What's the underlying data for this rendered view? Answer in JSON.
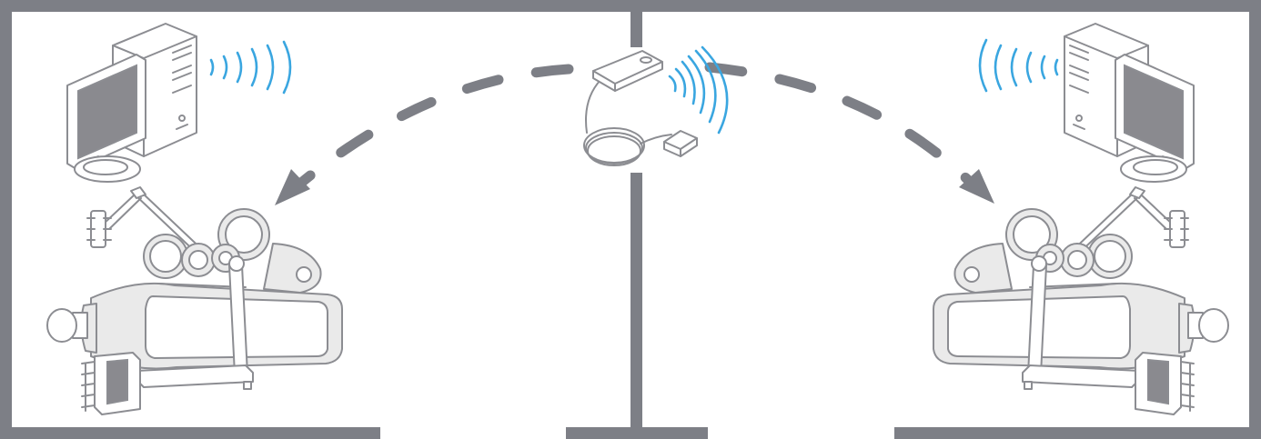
{
  "diagram": {
    "rooms": [
      "left-room",
      "right-room"
    ],
    "devices": {
      "left": [
        "desktop-computer",
        "microscope"
      ],
      "center": [
        "wireless-usb-transmitter",
        "usb-receiver-dongle"
      ],
      "right": [
        "desktop-computer",
        "microscope"
      ]
    },
    "icons": {
      "wifi": "wireless-signal-icon",
      "arrow": "dashed-arrow"
    },
    "colors": {
      "wall": "#7d7f86",
      "line": "#8c8d92",
      "fill": "#eaeaea",
      "screen": "#8a8a8f",
      "signal": "#3aa6e0",
      "background": "#ffffff"
    }
  }
}
